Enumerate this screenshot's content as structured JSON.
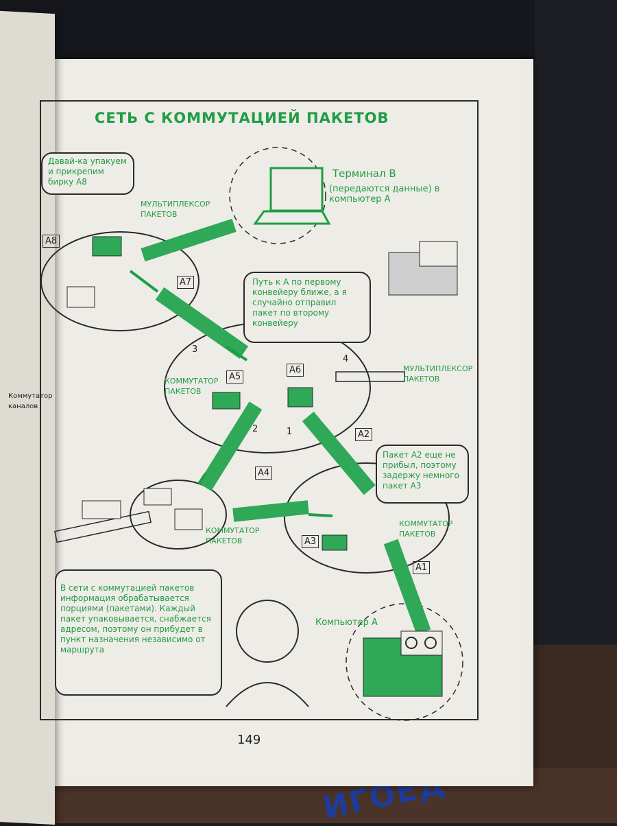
{
  "page": {
    "title": "СЕТЬ С КОММУТАЦИЕЙ ПАКЕТОВ",
    "page_number": "149",
    "watermark": "ИГОЕД"
  },
  "labels": {
    "terminal_b": "Терминал В",
    "terminal_b_note": "(передаются данные) в компьютер А",
    "mux_top": "МУЛЬТИПЛЕКСОР ПАКЕТОВ",
    "mux_right": "МУЛЬТИПЛЕКСОР ПАКЕТОВ",
    "switch_left": "КОММУТАТОР ПАКЕТОВ",
    "switch_bottom": "КОММУТАТОР ПАКЕТОВ",
    "switch_right": "КОММУТАТОР ПАКЕТОВ",
    "computer_a": "Компьютер А",
    "channel_switch": "Коммутатор каналов"
  },
  "bubbles": {
    "pack": "Давай-ка упакуем и прикрепим бирку А8",
    "path": "Путь к А по первому конвейеру ближе, а я случайно отправил пакет по второму конвейеру",
    "a2": "Пакет А2 еще не прибыл, поэтому задержу немного пакет А3",
    "explain": "В сети с коммутацией пакетов информация обрабатывается порциями (пакетами). Каждый пакет упаковывается, снабжается адресом, поэтому он прибудет в пункт назначения независимо от маршрута"
  },
  "tags": [
    "А8",
    "А7",
    "А5",
    "А6",
    "А4",
    "А2",
    "А3",
    "А1"
  ],
  "route_marks": [
    "3",
    "4",
    "2",
    "1"
  ],
  "colors": {
    "ink": "#1f9d45",
    "line": "#2a2a2a",
    "paper": "#eeece6"
  }
}
